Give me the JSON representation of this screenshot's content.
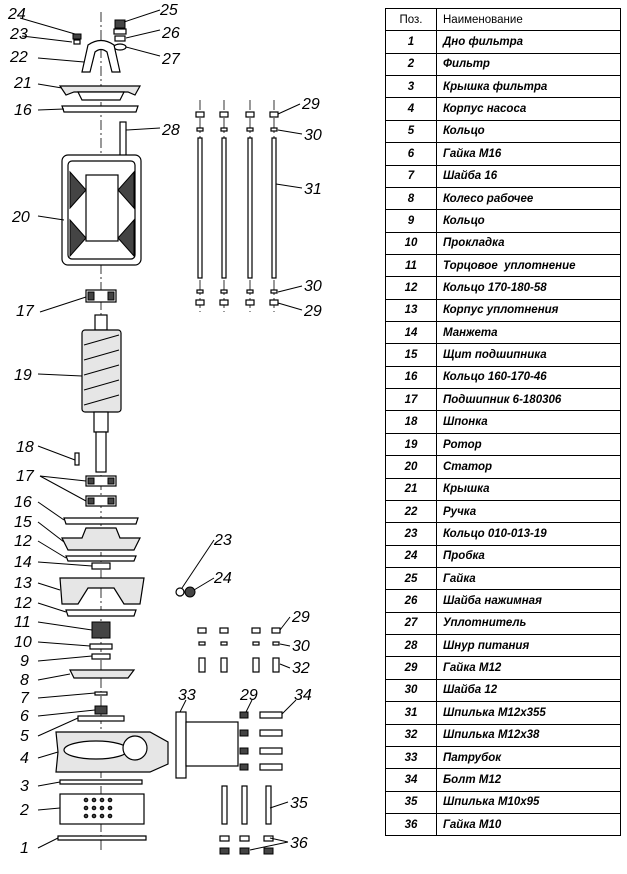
{
  "table": {
    "header": {
      "pos": "Поз.",
      "name": "Наименование"
    },
    "rows": [
      {
        "pos": "1",
        "name": "Дно фильтра"
      },
      {
        "pos": "2",
        "name": "Фильтр"
      },
      {
        "pos": "3",
        "name": "Крышка фильтра"
      },
      {
        "pos": "4",
        "name": "Корпус насоса"
      },
      {
        "pos": "5",
        "name": "Кольцо"
      },
      {
        "pos": "6",
        "name": "Гайка М16"
      },
      {
        "pos": "7",
        "name": "Шайба 16"
      },
      {
        "pos": "8",
        "name": "Колесо рабочее"
      },
      {
        "pos": "9",
        "name": "Кольцо"
      },
      {
        "pos": "10",
        "name": "Прокладка"
      },
      {
        "pos": "11",
        "name": "Торцовое  уплотнение"
      },
      {
        "pos": "12",
        "name": "Кольцо 170-180-58"
      },
      {
        "pos": "13",
        "name": "Корпус уплотнения"
      },
      {
        "pos": "14",
        "name": "Манжета"
      },
      {
        "pos": "15",
        "name": "Щит подшипника"
      },
      {
        "pos": "16",
        "name": "Кольцо 160-170-46"
      },
      {
        "pos": "17",
        "name": "Подшипник 6-180306"
      },
      {
        "pos": "18",
        "name": "Шпонка"
      },
      {
        "pos": "19",
        "name": "Ротор"
      },
      {
        "pos": "20",
        "name": "Статор"
      },
      {
        "pos": "21",
        "name": "Крышка"
      },
      {
        "pos": "22",
        "name": "Ручка"
      },
      {
        "pos": "23",
        "name": "Кольцо 010-013-19"
      },
      {
        "pos": "24",
        "name": "Пробка"
      },
      {
        "pos": "25",
        "name": "Гайка"
      },
      {
        "pos": "26",
        "name": "Шайба нажимная"
      },
      {
        "pos": "27",
        "name": "Уплотнитель"
      },
      {
        "pos": "28",
        "name": "Шнур питания"
      },
      {
        "pos": "29",
        "name": "Гайка М12"
      },
      {
        "pos": "30",
        "name": "Шайба 12"
      },
      {
        "pos": "31",
        "name": "Шпилька М12х355"
      },
      {
        "pos": "32",
        "name": "Шпилька М12х38"
      },
      {
        "pos": "33",
        "name": "Патрубок"
      },
      {
        "pos": "34",
        "name": "Болт М12"
      },
      {
        "pos": "35",
        "name": "Шпилька М10х95"
      },
      {
        "pos": "36",
        "name": "Гайка М10"
      }
    ]
  },
  "callouts": {
    "c1": "1",
    "c2": "2",
    "c3": "3",
    "c4": "4",
    "c5": "5",
    "c6": "6",
    "c7": "7",
    "c8": "8",
    "c9": "9",
    "c10": "10",
    "c11": "11",
    "c12a": "12",
    "c12b": "12",
    "c13": "13",
    "c14": "14",
    "c15": "15",
    "c16a": "16",
    "c16b": "16",
    "c17a": "17",
    "c17b": "17",
    "c18": "18",
    "c19": "19",
    "c20": "20",
    "c21": "21",
    "c22": "22",
    "c23a": "23",
    "c23b": "23",
    "c24a": "24",
    "c24b": "24",
    "c25": "25",
    "c26": "26",
    "c27": "27",
    "c28": "28",
    "c29a": "29",
    "c29b": "29",
    "c29c": "29",
    "c29d": "29",
    "c30a": "30",
    "c30b": "30",
    "c30c": "30",
    "c31": "31",
    "c32": "32",
    "c33": "33",
    "c34": "34",
    "c35": "35",
    "c36": "36"
  }
}
